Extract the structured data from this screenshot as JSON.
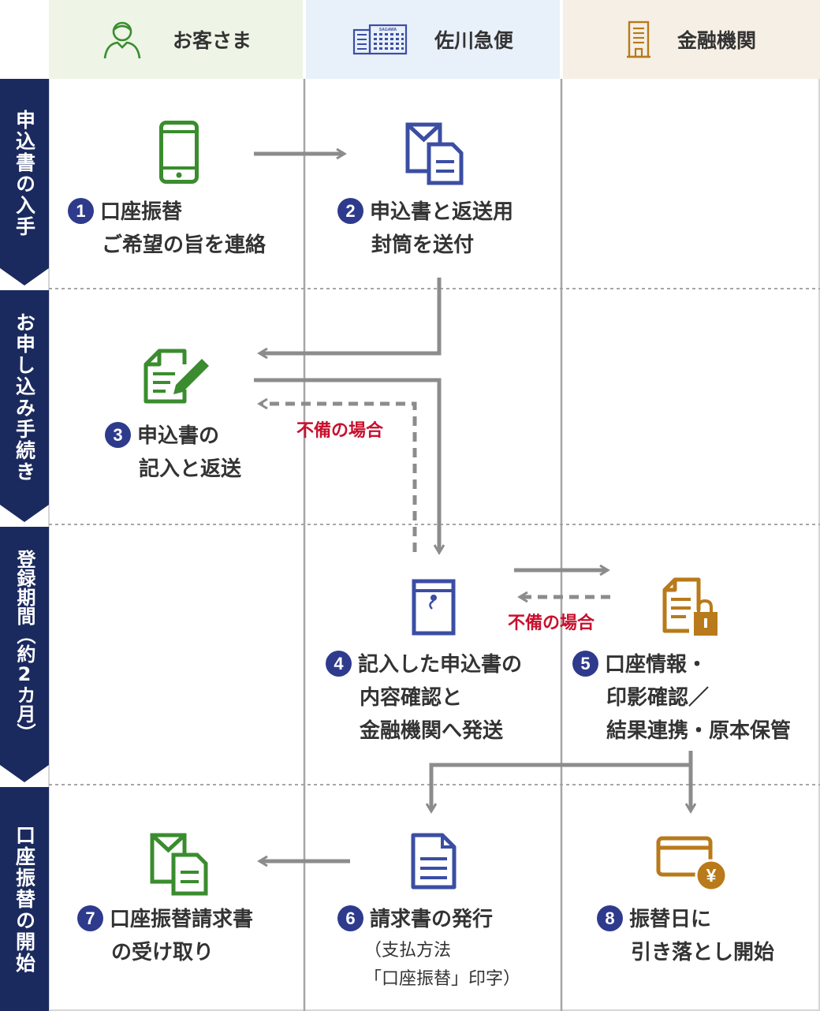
{
  "columns": [
    {
      "label": "お客さま",
      "icon": "person-icon"
    },
    {
      "label": "佐川急便",
      "icon": "building-icon"
    },
    {
      "label": "金融機関",
      "icon": "bank-building-icon"
    }
  ],
  "building_sign": "SAGAWA",
  "phases": [
    {
      "label": "申込書の入手"
    },
    {
      "label": "お申し込み手続き"
    },
    {
      "label": "登録期間（約2カ月）"
    },
    {
      "label": "口座振替の開始"
    }
  ],
  "steps": [
    {
      "num": "1",
      "lines": [
        "口座振替",
        "ご希望の旨を連絡"
      ],
      "icon": "smartphone-icon"
    },
    {
      "num": "2",
      "lines": [
        "申込書と返送用",
        "封筒を送付"
      ],
      "icon": "envelope-document-icon"
    },
    {
      "num": "3",
      "lines": [
        "申込書の",
        "記入と返送"
      ],
      "icon": "form-pen-icon"
    },
    {
      "num": "4",
      "lines": [
        "記入した申込書の",
        "内容確認と",
        "金融機関へ発送"
      ],
      "icon": "sealed-envelope-icon"
    },
    {
      "num": "5",
      "lines": [
        "口座情報・",
        "印影確認／",
        "結果連携・原本保管"
      ],
      "icon": "locked-document-icon"
    },
    {
      "num": "6",
      "lines": [
        "請求書の発行"
      ],
      "note_lines": [
        "（支払方法",
        "「口座振替」印字）"
      ],
      "icon": "invoice-document-icon"
    },
    {
      "num": "7",
      "lines": [
        "口座振替請求書",
        "の受け取り"
      ],
      "icon": "envelope-document-icon"
    },
    {
      "num": "8",
      "lines": [
        "振替日に",
        "引き落とし開始"
      ],
      "icon": "card-yen-icon"
    }
  ],
  "incomplete_labels": [
    "不備の場合",
    "不備の場合"
  ],
  "yen_symbol": "¥",
  "colors": {
    "navy": "#1b2a5e",
    "badge": "#2e3a8c",
    "green": "#3a8c2e",
    "blue": "#3b4ea3",
    "orange": "#b87a1a",
    "red": "#c8102e",
    "arrow_gray": "#8c8c8c",
    "col1_head_bg": "#eef4e6",
    "col2_head_bg": "#e8f0fa",
    "col3_head_bg": "#f5efe5"
  }
}
